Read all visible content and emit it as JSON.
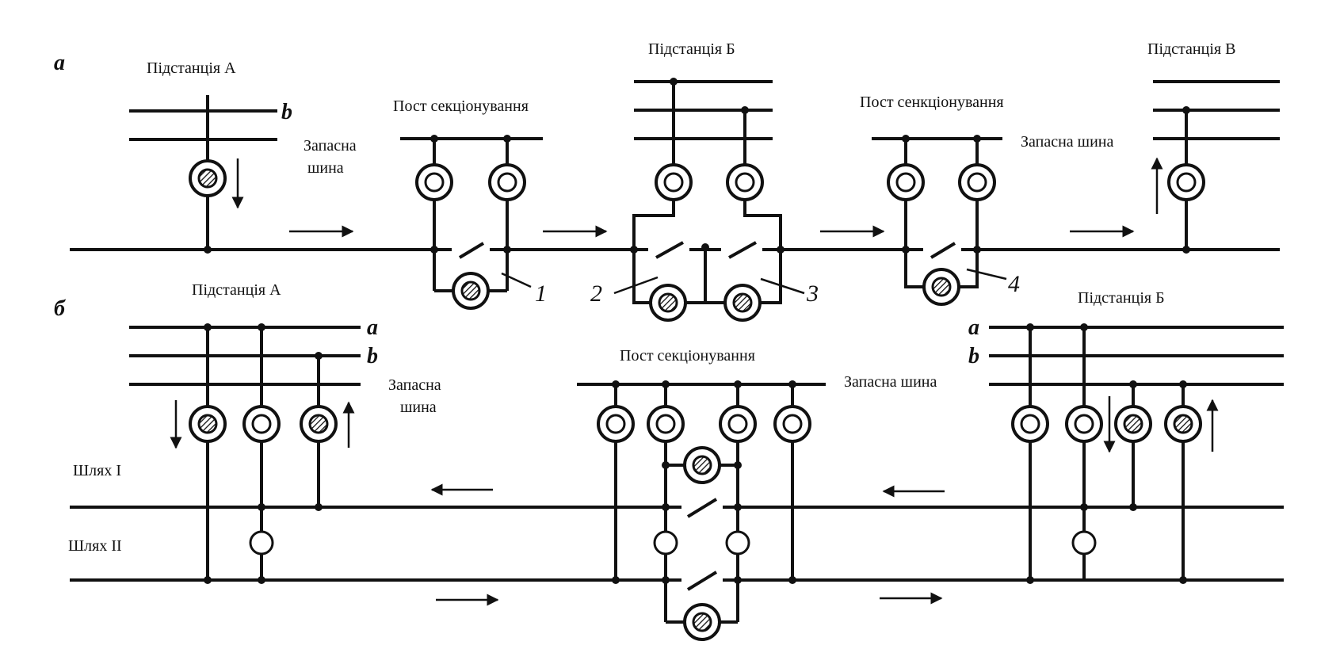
{
  "part_a": {
    "label": "а",
    "substation_a": "Підстанція А",
    "bus_b": "b",
    "spare_bus_1": "Запасна",
    "spare_bus_2": "шина",
    "post_1": "Пост секціонування",
    "substation_b": "Підстанція Б",
    "post_2": "Пост сенкціонування",
    "spare_bus_right": "Запасна шина",
    "substation_v": "Підстанція В",
    "num_1": "1",
    "num_2": "2",
    "num_3": "3",
    "num_4": "4"
  },
  "part_b": {
    "label": "б",
    "substation_a": "Підстанція А",
    "bus_a": "a",
    "bus_b": "b",
    "spare_bus_1": "Запасна",
    "spare_bus_2": "шина",
    "post": "Пост секціонування",
    "spare_bus_center": "Запасна шина",
    "substation_b": "Підстанція Б",
    "bus_a_right": "a",
    "bus_b_right": "b",
    "track_1": "Шлях І",
    "track_2": "Шлях ІІ"
  },
  "colors": {
    "ink": "#111111",
    "paper": "#ffffff"
  }
}
